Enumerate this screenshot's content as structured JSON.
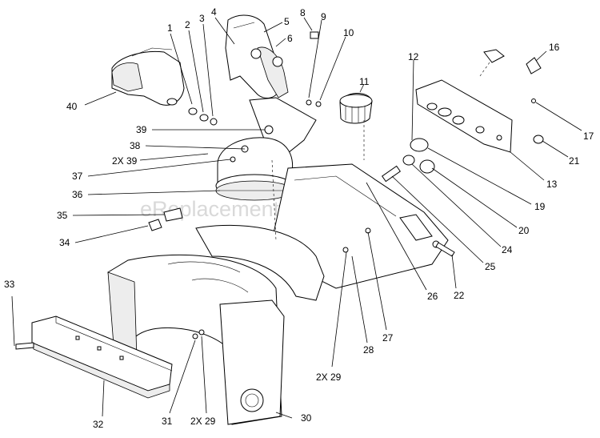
{
  "diagram": {
    "watermark": "eReplacementParts.com",
    "callouts": [
      {
        "id": "c1",
        "text": "1"
      },
      {
        "id": "c2",
        "text": "2"
      },
      {
        "id": "c3",
        "text": "3"
      },
      {
        "id": "c4",
        "text": "4"
      },
      {
        "id": "c5",
        "text": "5"
      },
      {
        "id": "c6",
        "text": "6"
      },
      {
        "id": "c8",
        "text": "8"
      },
      {
        "id": "c9",
        "text": "9"
      },
      {
        "id": "c10",
        "text": "10"
      },
      {
        "id": "c11",
        "text": "11"
      },
      {
        "id": "c12",
        "text": "12"
      },
      {
        "id": "c13",
        "text": "13"
      },
      {
        "id": "c16",
        "text": "16"
      },
      {
        "id": "c17",
        "text": "17"
      },
      {
        "id": "c19",
        "text": "19"
      },
      {
        "id": "c20",
        "text": "20"
      },
      {
        "id": "c21",
        "text": "21"
      },
      {
        "id": "c22",
        "text": "22"
      },
      {
        "id": "c24",
        "text": "24"
      },
      {
        "id": "c25",
        "text": "25"
      },
      {
        "id": "c26",
        "text": "26"
      },
      {
        "id": "c27",
        "text": "27"
      },
      {
        "id": "c28",
        "text": "28"
      },
      {
        "id": "c29a",
        "text": "2X 29"
      },
      {
        "id": "c29b",
        "text": "2X 29"
      },
      {
        "id": "c30",
        "text": "30"
      },
      {
        "id": "c31",
        "text": "31"
      },
      {
        "id": "c32",
        "text": "32"
      },
      {
        "id": "c33",
        "text": "33"
      },
      {
        "id": "c34",
        "text": "34"
      },
      {
        "id": "c35",
        "text": "35"
      },
      {
        "id": "c36",
        "text": "36"
      },
      {
        "id": "c37",
        "text": "37"
      },
      {
        "id": "c38",
        "text": "38"
      },
      {
        "id": "c39a",
        "text": "39"
      },
      {
        "id": "c39b",
        "text": "2X 39"
      },
      {
        "id": "c40",
        "text": "40"
      }
    ]
  }
}
